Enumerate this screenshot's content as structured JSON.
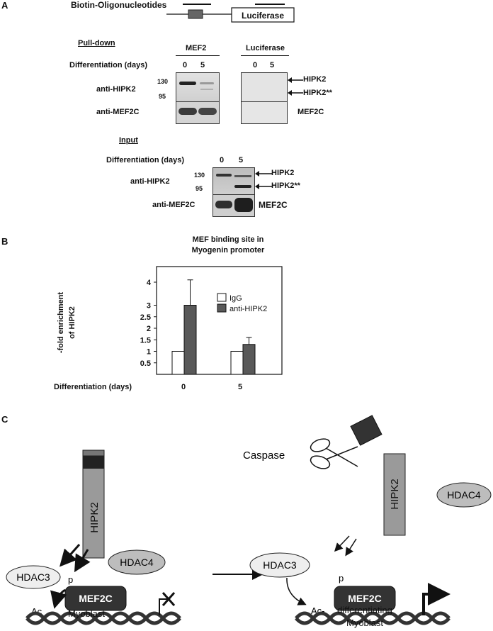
{
  "panel_a": {
    "label": "A",
    "probe_label": "Biotin-Oligonucleotides",
    "luciferase_box": "Luciferase",
    "pulldown_title": "Pull-down",
    "col_mef2": "MEF2",
    "col_luciferase": "Luciferase",
    "differentiation_label": "Differentiation (days)",
    "day0": "0",
    "day5": "5",
    "row_hipk2": "anti-HIPK2",
    "row_mef2c": "anti-MEF2C",
    "mw_130": "130",
    "mw_95": "95",
    "arrow_hipk2": "HIPK2",
    "arrow_hipk2_cleaved": "HIPK2**",
    "mef2c_side_label": "MEF2C",
    "input_title": "Input"
  },
  "panel_b": {
    "label": "B",
    "title_line1": "MEF binding site in",
    "title_line2": "Myogenin promoter",
    "ylabel_line1": "-fold enrichment",
    "ylabel_line2": "of HIPK2",
    "xlabel": "Differentiation (days)"
  },
  "chart_data": {
    "type": "bar",
    "title": "MEF binding site in Myogenin promoter",
    "xlabel": "Differentiation (days)",
    "ylabel": "-fold enrichment of HIPK2",
    "categories": [
      "0",
      "5"
    ],
    "series": [
      {
        "name": "IgG",
        "values": [
          1,
          1
        ],
        "color": "#ffffff"
      },
      {
        "name": "anti-HIPK2",
        "values": [
          3.0,
          1.3
        ],
        "errors": [
          1.1,
          0.3
        ],
        "color": "#595959"
      }
    ],
    "yticks": [
      "0.5",
      "1",
      "1.5",
      "2",
      "2.5",
      "3",
      "4"
    ],
    "ytick_values": [
      0.5,
      1,
      1.5,
      2,
      2.5,
      3,
      4
    ],
    "ylim": [
      0,
      4.5
    ],
    "grid": false,
    "legend_position": "top-right"
  },
  "panel_c": {
    "label": "C",
    "caspase": "Caspase",
    "hipk2": "HIPK2",
    "hdac3": "HDAC3",
    "hdac4": "HDAC4",
    "mef2c": "MEF2C",
    "p": "p",
    "ac": "Ac",
    "ac_dash": "Ac-",
    "myoblast": "Myoblast",
    "diff_line1": "differentiating",
    "diff_line2": "Myoblast"
  }
}
